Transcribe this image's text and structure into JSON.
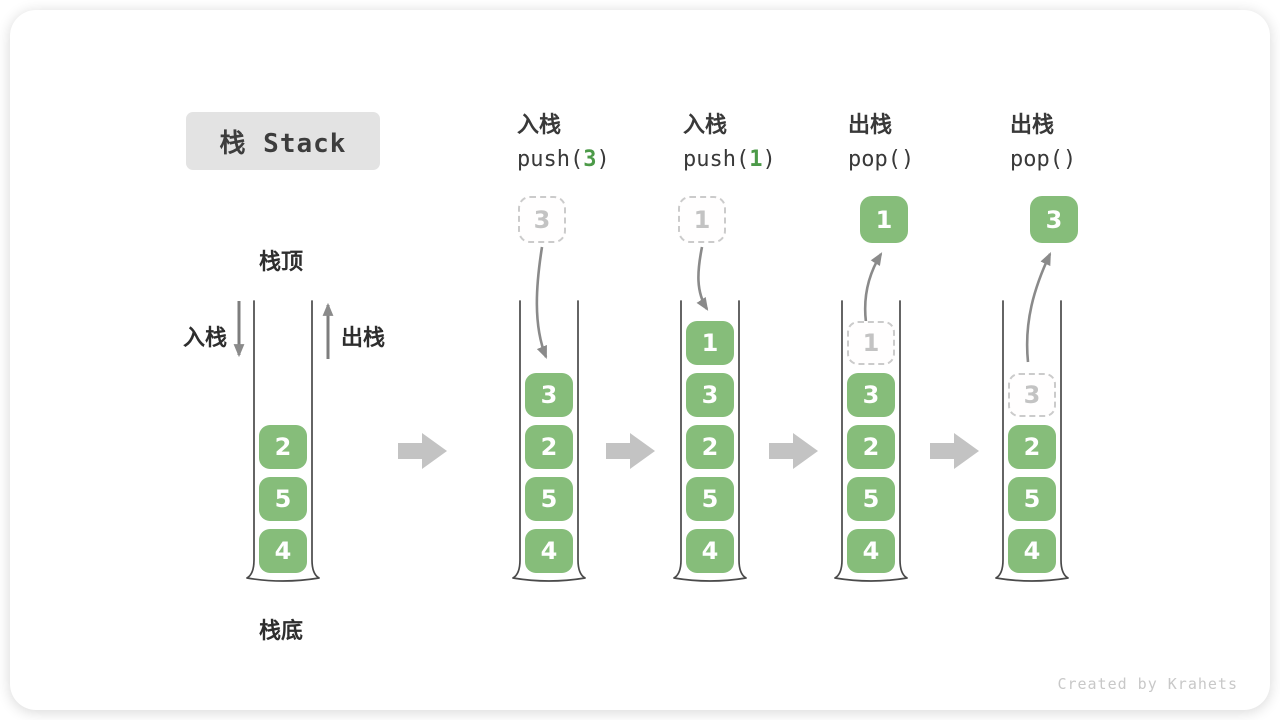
{
  "title": "栈 Stack",
  "labels": {
    "stack_top": "栈顶",
    "stack_bottom": "栈底",
    "push_side": "入栈",
    "pop_side": "出栈"
  },
  "watermark": "Created by Krahets",
  "colors": {
    "item_green": "#86bd7a",
    "code_arg_green": "#4c9a48",
    "ghost_border": "#cbcbcb",
    "ghost_text": "#c3c3c3",
    "flow_arrow": "#8a8a8a",
    "block_arrow": "#c3c3c3",
    "container_wall": "#4a4a4a",
    "badge_bg": "#e3e3e3",
    "text_dark": "#393939",
    "watermark_gray": "#c8c8c8"
  },
  "columns": [
    {
      "name": "initial-stack",
      "items": [
        {
          "v": "2"
        },
        {
          "v": "5"
        },
        {
          "v": "4"
        }
      ]
    },
    {
      "name": "push-3",
      "op": "入栈",
      "code": {
        "prefix": "push(",
        "arg": "3",
        "suffix": ")"
      },
      "floating": {
        "value": "3",
        "style": "ghost"
      },
      "arrow": "in",
      "items": [
        {
          "v": "3"
        },
        {
          "v": "2"
        },
        {
          "v": "5"
        },
        {
          "v": "4"
        }
      ]
    },
    {
      "name": "push-1",
      "op": "入栈",
      "code": {
        "prefix": "push(",
        "arg": "1",
        "suffix": ")"
      },
      "floating": {
        "value": "1",
        "style": "ghost"
      },
      "arrow": "in",
      "items": [
        {
          "v": "1"
        },
        {
          "v": "3"
        },
        {
          "v": "2"
        },
        {
          "v": "5"
        },
        {
          "v": "4"
        }
      ]
    },
    {
      "name": "pop-first",
      "op": "出栈",
      "code": {
        "prefix": "pop()",
        "arg": "",
        "suffix": ""
      },
      "floating": {
        "value": "1",
        "style": "solid"
      },
      "arrow": "out",
      "items": [
        {
          "v": "1",
          "ghost": true
        },
        {
          "v": "3"
        },
        {
          "v": "2"
        },
        {
          "v": "5"
        },
        {
          "v": "4"
        }
      ]
    },
    {
      "name": "pop-second",
      "op": "出栈",
      "code": {
        "prefix": "pop()",
        "arg": "",
        "suffix": ""
      },
      "floating": {
        "value": "3",
        "style": "solid"
      },
      "arrow": "out",
      "items": [
        {
          "v": "3",
          "ghost": true
        },
        {
          "v": "2"
        },
        {
          "v": "5"
        },
        {
          "v": "4"
        }
      ]
    }
  ]
}
